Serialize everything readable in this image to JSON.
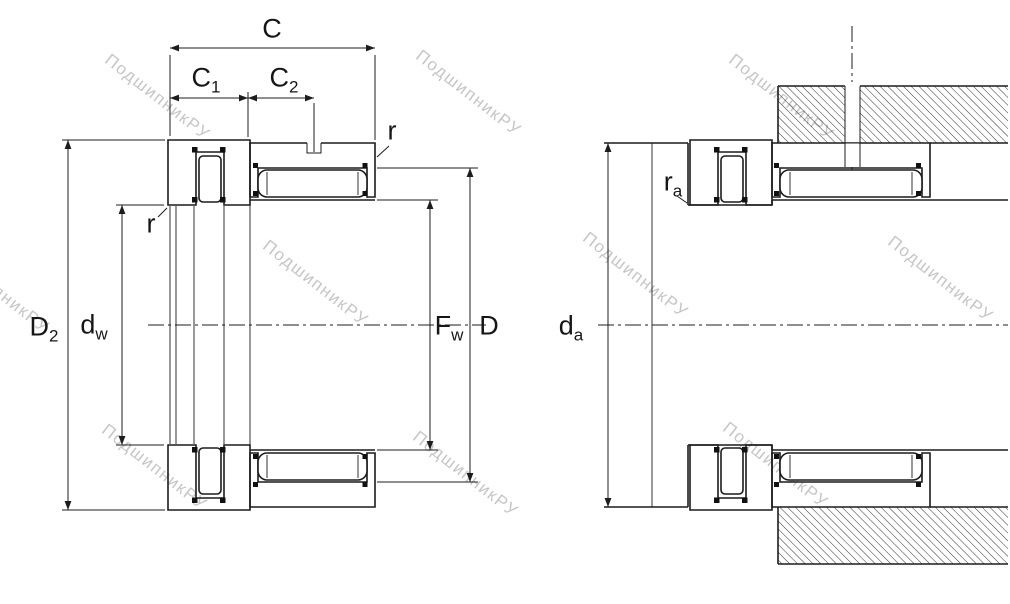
{
  "app": {
    "type": "bearing-technical-drawing",
    "background": "#ffffff",
    "line_color": "#1c1c1c"
  },
  "watermark": {
    "text": "ПодшипникРУ",
    "color": "#c6c6c6"
  },
  "views": {
    "left": {
      "name": "bearing cross-section with dimensions"
    },
    "right": {
      "name": "mounted bearing abutment view"
    }
  },
  "labels": {
    "c": {
      "base": "C",
      "sub": ""
    },
    "c1": {
      "base": "C",
      "sub": "1"
    },
    "c2": {
      "base": "C",
      "sub": "2"
    },
    "r_outer": {
      "base": "r",
      "sub": ""
    },
    "r_inner": {
      "base": "r",
      "sub": ""
    },
    "d2": {
      "base": "D",
      "sub": "2"
    },
    "dw": {
      "base": "d",
      "sub": "w"
    },
    "fw": {
      "base": "F",
      "sub": "w"
    },
    "d": {
      "base": "D",
      "sub": ""
    },
    "da": {
      "base": "d",
      "sub": "a"
    },
    "ra": {
      "base": "r",
      "sub": "a"
    }
  }
}
